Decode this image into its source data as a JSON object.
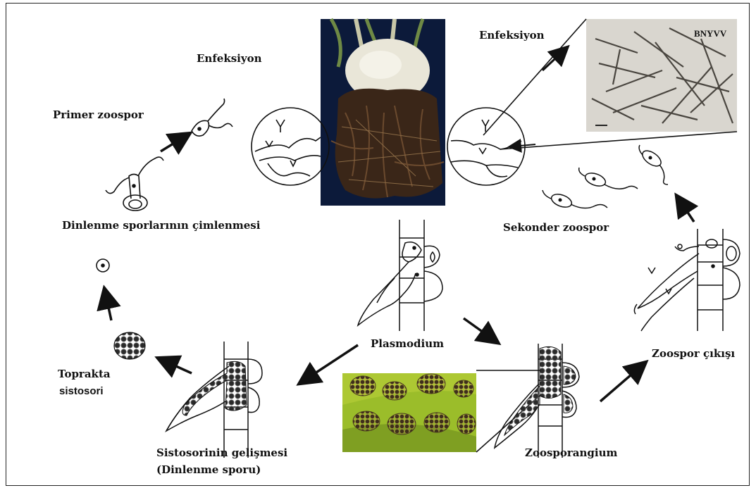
{
  "labels": {
    "infection_left": "Enfeksiyon",
    "infection_right": "Enfeksiyon",
    "virus": "BNYVV",
    "primary_zoospore": "Primer zoospor",
    "resting_germination": "Dinlenme sporlarının çimlenmesi",
    "secondary_zoospore": "Sekonder zoospor",
    "plasmodium": "Plasmodium",
    "soil_prefix": "Toprakta",
    "soil_suffix": "sistosori",
    "cystosori_development_1": "Sistosorinin gelişmesi",
    "cystosori_development_2": "(Dinlenme sporu)",
    "zoosporangium": "Zoosporangium",
    "zoospore_release": "Zoospor çıkışı"
  },
  "colors": {
    "line": "#111111",
    "root_dark": "#3a2618",
    "root_mid": "#6b4a2e",
    "beet": "#e9e6d8",
    "photo_bg": "#0c1a3a",
    "tem_bg": "#d9d6cf",
    "micro_green": "#9bbd2a"
  }
}
